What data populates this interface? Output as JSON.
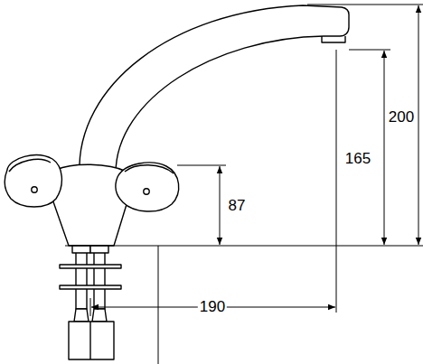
{
  "diagram": {
    "labels": [
      "200",
      "165",
      "87",
      "190"
    ]
  }
}
